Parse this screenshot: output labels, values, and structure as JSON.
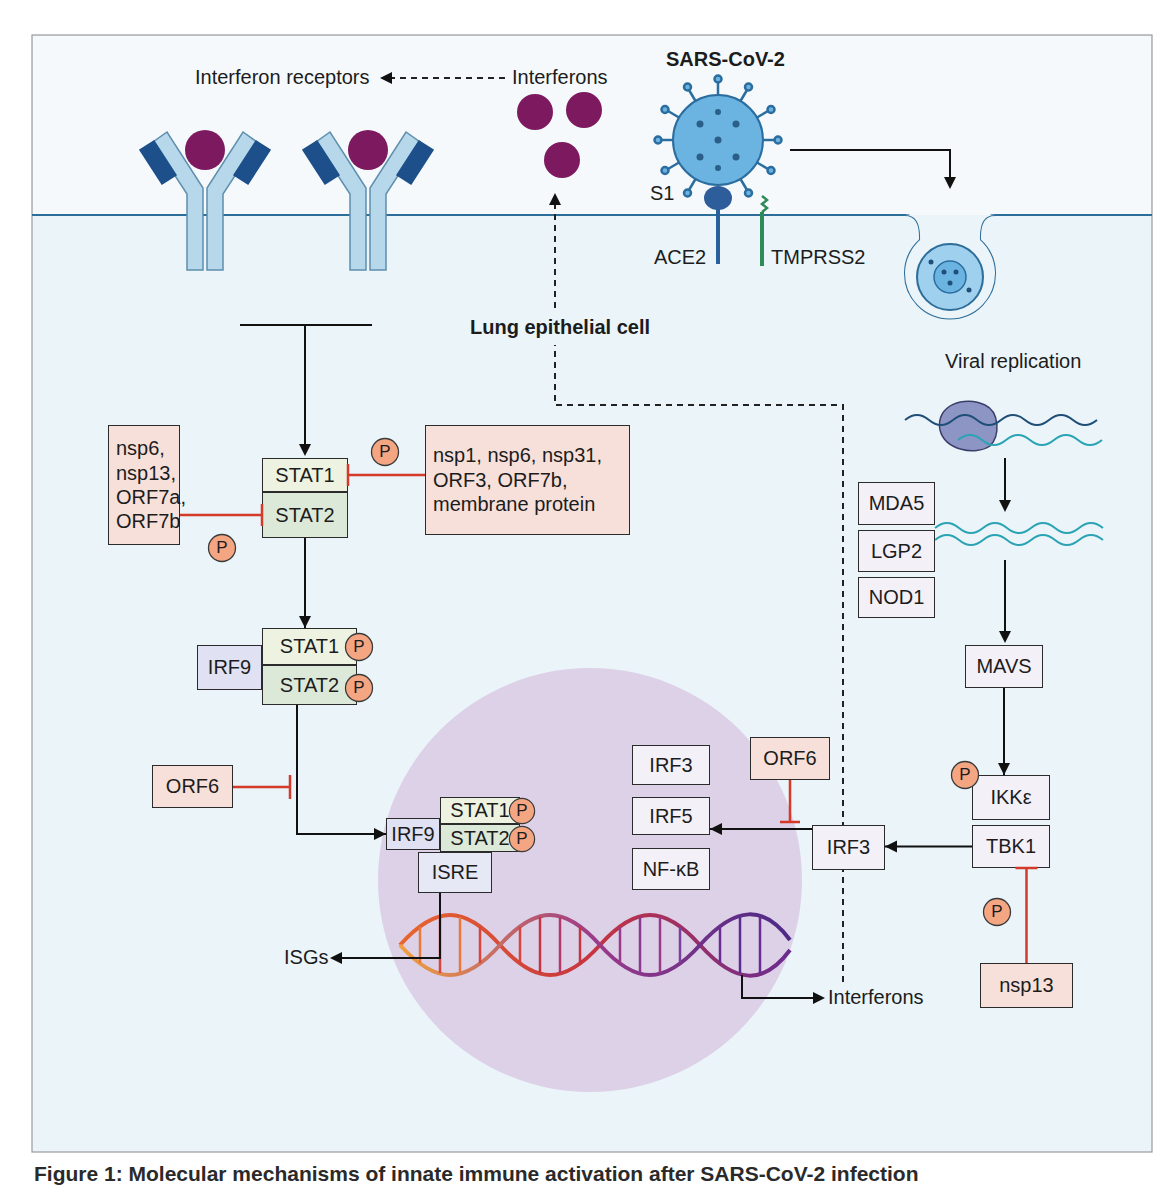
{
  "diagram": {
    "caption": "Figure 1: Molecular mechanisms of innate immune activation after SARS-CoV-2 infection",
    "nodes": [
      {
        "text": [
          "P"
        ]
      },
      {
        "text": [
          "nsp6, nsp13, ORF7a, ORF7b"
        ]
      },
      {
        "text": [
          "STAT1"
        ]
      },
      {
        "text": [
          "STAT2"
        ]
      },
      {
        "text": [
          "nsp1, nsp6, nsp31, ORF3, ORF7b, membrane protein"
        ]
      },
      {
        "text": [
          "P"
        ]
      },
      {
        "text": [
          "IRF9"
        ]
      },
      {
        "text": [
          "STAT1"
        ]
      },
      {
        "text": [
          "P"
        ]
      },
      {
        "text": [
          "STAT2"
        ]
      },
      {
        "text": [
          "P"
        ]
      },
      {
        "text": [
          "ORF6"
        ]
      },
      {
        "text": [
          "IRF9"
        ]
      },
      {
        "text": [
          "STAT1"
        ]
      },
      {
        "text": [
          "P"
        ]
      },
      {
        "text": [
          "STAT2"
        ]
      },
      {
        "text": [
          "P"
        ]
      },
      {
        "text": [
          "ISRE"
        ]
      },
      {
        "text": [
          "IRF3"
        ]
      },
      {
        "text": [
          "IRF5"
        ]
      },
      {
        "text": [
          "NF-κB"
        ]
      },
      {
        "text": [
          "ORF6"
        ]
      },
      {
        "text": [
          "IRF3"
        ]
      },
      {
        "text": [
          "MDA5"
        ]
      },
      {
        "text": [
          "LGP2"
        ]
      },
      {
        "text": [
          "NOD1"
        ]
      },
      {
        "text": [
          "MAVS"
        ]
      },
      {
        "text": [
          "P"
        ]
      },
      {
        "text": [
          "IKKε"
        ]
      },
      {
        "text": [
          "TBK1"
        ]
      },
      {
        "text": [
          "P"
        ]
      },
      {
        "text": [
          "nsp13"
        ]
      }
    ],
    "edges": [
      {
        "from": 1,
        "to": 3,
        "arrow": "to"
      },
      {
        "from": 4,
        "to": 2,
        "arrow": "to"
      },
      {
        "from": 3,
        "to": 7,
        "arrow": "to"
      },
      {
        "from": 9,
        "to": 12,
        "arrow": "to"
      },
      {
        "from": 26,
        "to": 28,
        "arrow": "to"
      },
      {
        "from": 29,
        "to": 22,
        "arrow": "to"
      },
      {
        "from": 22,
        "to": 19,
        "arrow": "to"
      },
      {
        "from": 31,
        "to": 29,
        "arrow": "to"
      }
    ],
    "labels": [
      "Interferon receptors",
      "Interferons",
      "SARS-CoV-2",
      "S1",
      "ACE2",
      "TMPRSS2",
      "Lung epithelial cell",
      "Viral replication",
      "ISGs",
      "Interferons"
    ]
  }
}
